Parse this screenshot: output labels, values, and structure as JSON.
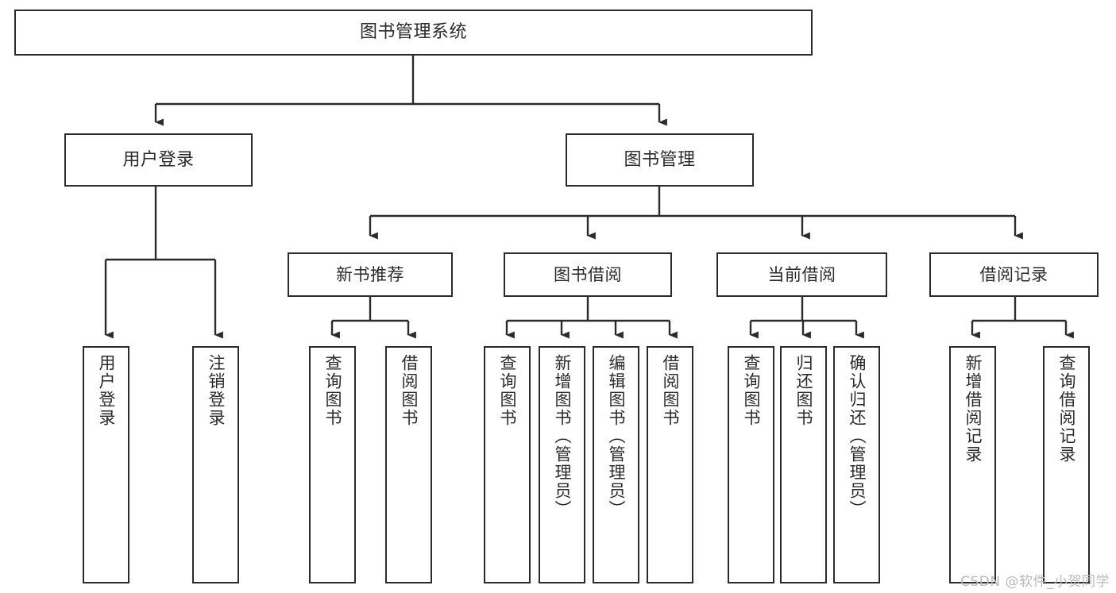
{
  "diagram": {
    "title": "图书管理系统",
    "type": "hierarchy-tree",
    "colors": {
      "box_border": "#2b2b2b",
      "box_fill": "#ffffff",
      "connector": "#2b2b2b",
      "text": "#2b2b2b",
      "background": "#ffffff",
      "watermark": "#b9b9b9"
    },
    "root": {
      "label": "图书管理系统"
    },
    "level2": [
      {
        "label": "用户登录"
      },
      {
        "label": "图书管理"
      }
    ],
    "level3": [
      {
        "label": "新书推荐"
      },
      {
        "label": "图书借阅"
      },
      {
        "label": "当前借阅"
      },
      {
        "label": "借阅记录"
      }
    ],
    "leaves": {
      "user_login": [
        {
          "label": "用户登录"
        },
        {
          "label": "注销登录"
        }
      ],
      "new_book_recommend": [
        {
          "label": "查询图书"
        },
        {
          "label": "借阅图书"
        }
      ],
      "book_borrow": [
        {
          "label": "查询图书"
        },
        {
          "label": "新增图书（管理员）"
        },
        {
          "label": "编辑图书（管理员）"
        },
        {
          "label": "借阅图书"
        }
      ],
      "current_borrow": [
        {
          "label": "查询图书"
        },
        {
          "label": "归还图书"
        },
        {
          "label": "确认归还（管理员）"
        }
      ],
      "borrow_record": [
        {
          "label": "新增借阅记录"
        },
        {
          "label": "查询借阅记录"
        }
      ]
    }
  },
  "watermark": {
    "text": "CSDN @软件_小贺同学"
  }
}
